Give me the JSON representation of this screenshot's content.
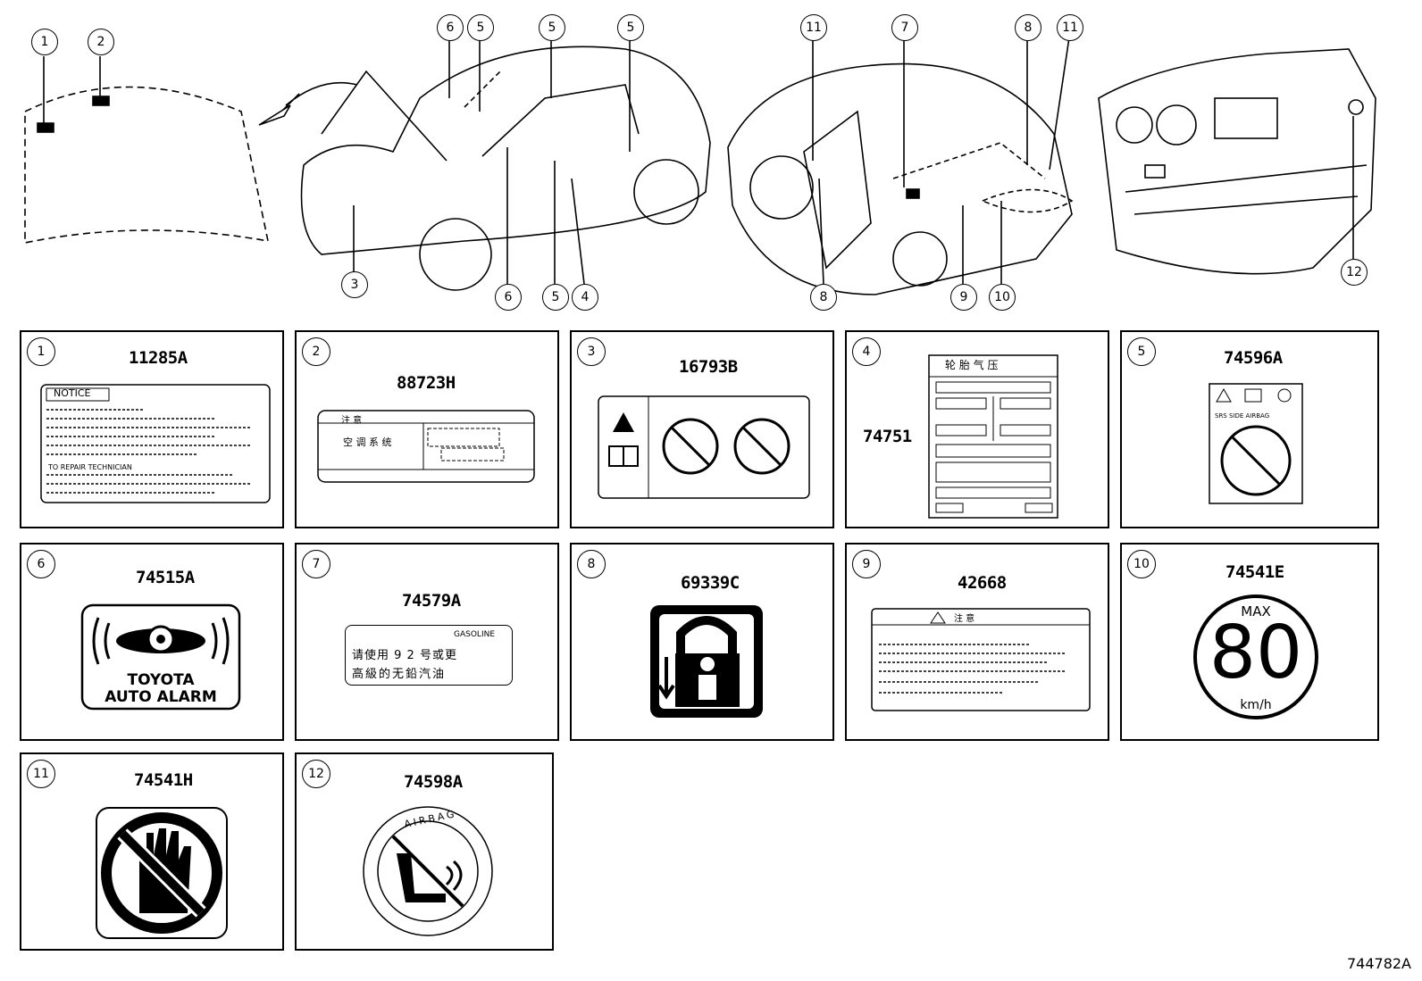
{
  "overview_callouts": [
    "1",
    "2",
    "3",
    "4",
    "5",
    "6",
    "7",
    "8",
    "9",
    "10",
    "11",
    "12"
  ],
  "panels": [
    {
      "num": "1",
      "code": "11285A"
    },
    {
      "num": "2",
      "code": "88723H"
    },
    {
      "num": "3",
      "code": "16793B"
    },
    {
      "num": "4",
      "code": "74751"
    },
    {
      "num": "5",
      "code": "74596A"
    },
    {
      "num": "6",
      "code": "74515A"
    },
    {
      "num": "7",
      "code": "74579A"
    },
    {
      "num": "8",
      "code": "69339C"
    },
    {
      "num": "9",
      "code": "42668"
    },
    {
      "num": "10",
      "code": "74541E"
    },
    {
      "num": "11",
      "code": "74541H"
    },
    {
      "num": "12",
      "code": "74598A"
    }
  ],
  "label_texts": {
    "notice": "NOTICE",
    "to_repair": "TO REPAIR TECHNICIAN",
    "caution_zh": "注 意",
    "aircon_zh": "空 调 系 统",
    "tire_pressure_zh": "轮 胎 气 压",
    "srs_side_airbag": "SRS SIDE AIRBAG",
    "alarm_line1": "TOYOTA",
    "alarm_line2": "AUTO ALARM",
    "gasoline": "GASOLINE",
    "fuel_line1": "请使用 9 2 号或更",
    "fuel_line2": "高級的无鉛汽油",
    "caution_zh2": "注 意",
    "max": "MAX",
    "speed": "80",
    "unit": "km/h",
    "airbag_ring": "AIRBAG"
  },
  "diagram_id": "744782A"
}
